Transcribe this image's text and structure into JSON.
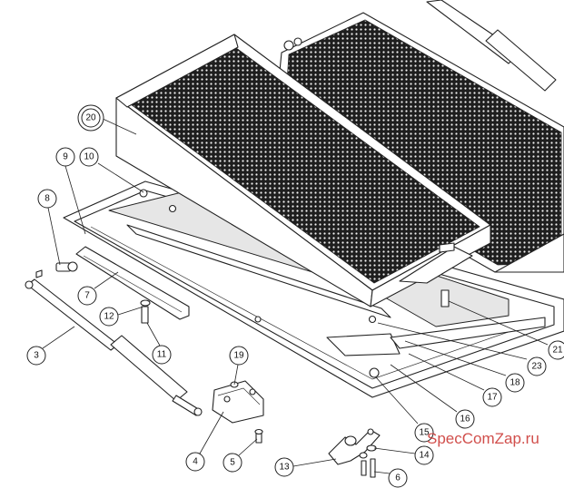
{
  "callouts": [
    {
      "id": "1",
      "label": "20",
      "highlight": true
    },
    {
      "id": "2",
      "label": "9"
    },
    {
      "id": "3",
      "label": "10"
    },
    {
      "id": "4",
      "label": "8"
    },
    {
      "id": "5",
      "label": "7"
    },
    {
      "id": "6",
      "label": "12"
    },
    {
      "id": "7",
      "label": "3"
    },
    {
      "id": "8",
      "label": "11"
    },
    {
      "id": "9",
      "label": "19"
    },
    {
      "id": "10",
      "label": "4"
    },
    {
      "id": "11",
      "label": "5"
    },
    {
      "id": "12",
      "label": "13"
    },
    {
      "id": "13",
      "label": "14"
    },
    {
      "id": "14",
      "label": "6"
    },
    {
      "id": "15",
      "label": "15"
    },
    {
      "id": "16",
      "label": "16"
    },
    {
      "id": "17",
      "label": "17"
    },
    {
      "id": "18",
      "label": "18"
    },
    {
      "id": "19",
      "label": "23"
    },
    {
      "id": "20",
      "label": "21"
    }
  ],
  "watermark": "SpecComZap.ru",
  "colors": {
    "highlight": "#ffff00",
    "watermark": "#c9302c",
    "mesh": "#2a2a2a"
  }
}
